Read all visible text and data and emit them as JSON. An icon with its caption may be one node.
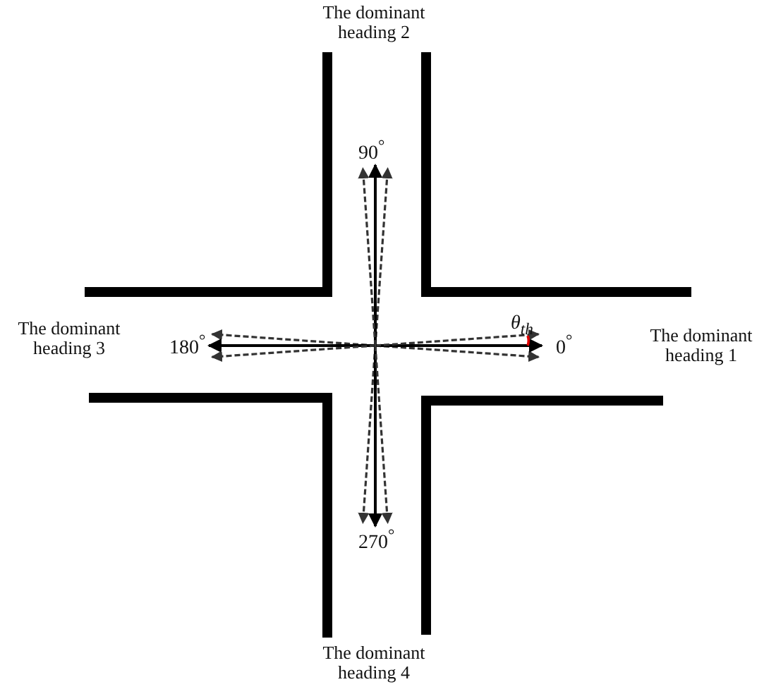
{
  "diagram": {
    "labels": [
      "The dominant heading 2",
      "90$^{°}$",
      "The dominant heading 3",
      "180$^{°}$",
      "θ$_{th}$",
      "0$^{°}$",
      "The dominant heading 1",
      "270$^{°}$",
      "The dominant heading 4"
    ]
  }
}
